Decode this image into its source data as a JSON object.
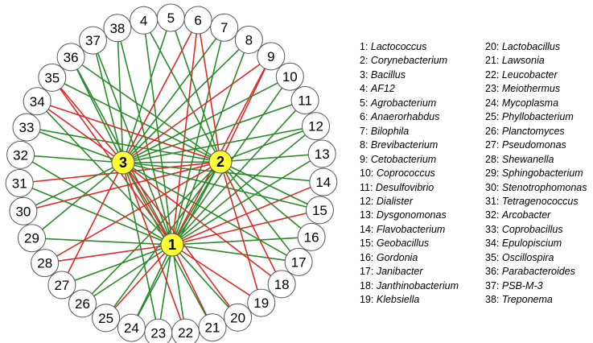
{
  "colors": {
    "positive": "#2a8a2a",
    "negative": "#e02828",
    "hub_fill": "#ffff33",
    "node_stroke": "#555555"
  },
  "hubs": [
    {
      "id": "1",
      "label": "1"
    },
    {
      "id": "2",
      "label": "2"
    },
    {
      "id": "3",
      "label": "3"
    }
  ],
  "nodes": [
    {
      "id": "4",
      "label": "4"
    },
    {
      "id": "5",
      "label": "5"
    },
    {
      "id": "6",
      "label": "6"
    },
    {
      "id": "7",
      "label": "7"
    },
    {
      "id": "8",
      "label": "8"
    },
    {
      "id": "9",
      "label": "9"
    },
    {
      "id": "10",
      "label": "10"
    },
    {
      "id": "11",
      "label": "11"
    },
    {
      "id": "12",
      "label": "12"
    },
    {
      "id": "13",
      "label": "13"
    },
    {
      "id": "14",
      "label": "14"
    },
    {
      "id": "15",
      "label": "15"
    },
    {
      "id": "16",
      "label": "16"
    },
    {
      "id": "17",
      "label": "17"
    },
    {
      "id": "18",
      "label": "18"
    },
    {
      "id": "19",
      "label": "19"
    },
    {
      "id": "20",
      "label": "20"
    },
    {
      "id": "21",
      "label": "21"
    },
    {
      "id": "22",
      "label": "22"
    },
    {
      "id": "23",
      "label": "23"
    },
    {
      "id": "24",
      "label": "24"
    },
    {
      "id": "25",
      "label": "25"
    },
    {
      "id": "26",
      "label": "26"
    },
    {
      "id": "27",
      "label": "27"
    },
    {
      "id": "28",
      "label": "28"
    },
    {
      "id": "29",
      "label": "29"
    },
    {
      "id": "30",
      "label": "30"
    },
    {
      "id": "31",
      "label": "31"
    },
    {
      "id": "32",
      "label": "32"
    },
    {
      "id": "33",
      "label": "33"
    },
    {
      "id": "34",
      "label": "34"
    },
    {
      "id": "35",
      "label": "35"
    },
    {
      "id": "36",
      "label": "36"
    },
    {
      "id": "37",
      "label": "37"
    },
    {
      "id": "38",
      "label": "38"
    }
  ],
  "edges": [
    {
      "from": "1",
      "to": "4",
      "sign": "pos"
    },
    {
      "from": "1",
      "to": "6",
      "sign": "neg"
    },
    {
      "from": "1",
      "to": "7",
      "sign": "pos"
    },
    {
      "from": "1",
      "to": "8",
      "sign": "pos"
    },
    {
      "from": "1",
      "to": "9",
      "sign": "neg"
    },
    {
      "from": "1",
      "to": "10",
      "sign": "pos"
    },
    {
      "from": "1",
      "to": "11",
      "sign": "pos"
    },
    {
      "from": "1",
      "to": "12",
      "sign": "pos"
    },
    {
      "from": "1",
      "to": "13",
      "sign": "pos"
    },
    {
      "from": "1",
      "to": "14",
      "sign": "neg"
    },
    {
      "from": "1",
      "to": "15",
      "sign": "neg"
    },
    {
      "from": "1",
      "to": "16",
      "sign": "pos"
    },
    {
      "from": "1",
      "to": "17",
      "sign": "pos"
    },
    {
      "from": "1",
      "to": "19",
      "sign": "neg"
    },
    {
      "from": "1",
      "to": "20",
      "sign": "pos"
    },
    {
      "from": "1",
      "to": "21",
      "sign": "neg"
    },
    {
      "from": "1",
      "to": "22",
      "sign": "pos"
    },
    {
      "from": "1",
      "to": "23",
      "sign": "pos"
    },
    {
      "from": "1",
      "to": "24",
      "sign": "pos"
    },
    {
      "from": "1",
      "to": "25",
      "sign": "neg"
    },
    {
      "from": "1",
      "to": "26",
      "sign": "pos"
    },
    {
      "from": "1",
      "to": "27",
      "sign": "pos"
    },
    {
      "from": "1",
      "to": "28",
      "sign": "neg"
    },
    {
      "from": "1",
      "to": "29",
      "sign": "pos"
    },
    {
      "from": "1",
      "to": "31",
      "sign": "pos"
    },
    {
      "from": "1",
      "to": "32",
      "sign": "pos"
    },
    {
      "from": "1",
      "to": "34",
      "sign": "pos"
    },
    {
      "from": "1",
      "to": "35",
      "sign": "neg"
    },
    {
      "from": "1",
      "to": "36",
      "sign": "pos"
    },
    {
      "from": "1",
      "to": "37",
      "sign": "pos"
    },
    {
      "from": "1",
      "to": "38",
      "sign": "pos"
    },
    {
      "from": "1",
      "to": "3",
      "sign": "neg"
    },
    {
      "from": "1",
      "to": "2",
      "sign": "pos"
    },
    {
      "from": "2",
      "to": "4",
      "sign": "pos"
    },
    {
      "from": "2",
      "to": "5",
      "sign": "pos"
    },
    {
      "from": "2",
      "to": "6",
      "sign": "neg"
    },
    {
      "from": "2",
      "to": "9",
      "sign": "neg"
    },
    {
      "from": "2",
      "to": "12",
      "sign": "pos"
    },
    {
      "from": "2",
      "to": "13",
      "sign": "pos"
    },
    {
      "from": "2",
      "to": "15",
      "sign": "pos"
    },
    {
      "from": "2",
      "to": "16",
      "sign": "pos"
    },
    {
      "from": "2",
      "to": "17",
      "sign": "pos"
    },
    {
      "from": "2",
      "to": "18",
      "sign": "neg"
    },
    {
      "from": "2",
      "to": "19",
      "sign": "neg"
    },
    {
      "from": "2",
      "to": "24",
      "sign": "pos"
    },
    {
      "from": "2",
      "to": "25",
      "sign": "pos"
    },
    {
      "from": "2",
      "to": "26",
      "sign": "pos"
    },
    {
      "from": "2",
      "to": "28",
      "sign": "neg"
    },
    {
      "from": "2",
      "to": "30",
      "sign": "neg"
    },
    {
      "from": "2",
      "to": "31",
      "sign": "neg"
    },
    {
      "from": "2",
      "to": "33",
      "sign": "pos"
    },
    {
      "from": "2",
      "to": "34",
      "sign": "neg"
    },
    {
      "from": "2",
      "to": "35",
      "sign": "pos"
    },
    {
      "from": "2",
      "to": "36",
      "sign": "pos"
    },
    {
      "from": "2",
      "to": "3",
      "sign": "pos"
    },
    {
      "from": "3",
      "to": "5",
      "sign": "pos"
    },
    {
      "from": "3",
      "to": "6",
      "sign": "neg"
    },
    {
      "from": "3",
      "to": "7",
      "sign": "pos"
    },
    {
      "from": "3",
      "to": "8",
      "sign": "pos"
    },
    {
      "from": "3",
      "to": "9",
      "sign": "neg"
    },
    {
      "from": "3",
      "to": "10",
      "sign": "pos"
    },
    {
      "from": "3",
      "to": "11",
      "sign": "pos"
    },
    {
      "from": "3",
      "to": "12",
      "sign": "pos"
    },
    {
      "from": "3",
      "to": "14",
      "sign": "pos"
    },
    {
      "from": "3",
      "to": "15",
      "sign": "pos"
    },
    {
      "from": "3",
      "to": "17",
      "sign": "pos"
    },
    {
      "from": "3",
      "to": "18",
      "sign": "neg"
    },
    {
      "from": "3",
      "to": "20",
      "sign": "neg"
    },
    {
      "from": "3",
      "to": "21",
      "sign": "pos"
    },
    {
      "from": "3",
      "to": "22",
      "sign": "neg"
    },
    {
      "from": "3",
      "to": "23",
      "sign": "pos"
    },
    {
      "from": "3",
      "to": "27",
      "sign": "neg"
    },
    {
      "from": "3",
      "to": "29",
      "sign": "pos"
    },
    {
      "from": "3",
      "to": "30",
      "sign": "pos"
    },
    {
      "from": "3",
      "to": "32",
      "sign": "pos"
    },
    {
      "from": "3",
      "to": "33",
      "sign": "pos"
    },
    {
      "from": "3",
      "to": "34",
      "sign": "neg"
    },
    {
      "from": "3",
      "to": "35",
      "sign": "neg"
    },
    {
      "from": "3",
      "to": "36",
      "sign": "pos"
    },
    {
      "from": "3",
      "to": "37",
      "sign": "pos"
    },
    {
      "from": "3",
      "to": "38",
      "sign": "pos"
    }
  ],
  "legend": {
    "column1": [
      {
        "num": "1: ",
        "name": "Lactococcus"
      },
      {
        "num": "2: ",
        "name": "Corynebacterium"
      },
      {
        "num": "3: ",
        "name": "Bacillus"
      },
      {
        "num": "4: ",
        "name": "AF12"
      },
      {
        "num": "5: ",
        "name": "Agrobacterium"
      },
      {
        "num": "6: ",
        "name": "Anaerorhabdus"
      },
      {
        "num": "7: ",
        "name": "Bilophila"
      },
      {
        "num": "8: ",
        "name": "Brevibacterium"
      },
      {
        "num": "9: ",
        "name": "Cetobacterium"
      },
      {
        "num": "10: ",
        "name": "Coprococcus"
      },
      {
        "num": "11: ",
        "name": "Desulfovibrio"
      },
      {
        "num": "12: ",
        "name": "Dialister"
      },
      {
        "num": "13: ",
        "name": "Dysgonomonas"
      },
      {
        "num": "14: ",
        "name": "Flavobacterium"
      },
      {
        "num": "15: ",
        "name": "Geobacillus"
      },
      {
        "num": "16: ",
        "name": "Gordonia"
      },
      {
        "num": "17: ",
        "name": "Janibacter"
      },
      {
        "num": "18: ",
        "name": "Janthinobacterium"
      },
      {
        "num": "19: ",
        "name": "Klebsiella"
      }
    ],
    "column2": [
      {
        "num": "20: ",
        "name": "Lactobacillus"
      },
      {
        "num": "21: ",
        "name": "Lawsonia"
      },
      {
        "num": "22: ",
        "name": "Leucobacter"
      },
      {
        "num": "23: ",
        "name": "Meiothermus"
      },
      {
        "num": "24: ",
        "name": "Mycoplasma"
      },
      {
        "num": "25: ",
        "name": "Phyllobacterium"
      },
      {
        "num": "26: ",
        "name": "Planctomyces"
      },
      {
        "num": "27: ",
        "name": "Pseudomonas"
      },
      {
        "num": "28: ",
        "name": "Shewanella"
      },
      {
        "num": "29: ",
        "name": "Sphingobacterium"
      },
      {
        "num": "30: ",
        "name": "Stenotrophomonas"
      },
      {
        "num": "31: ",
        "name": "Tetragenococcus"
      },
      {
        "num": "32: ",
        "name": "Arcobacter"
      },
      {
        "num": "33: ",
        "name": "Coprobacillus"
      },
      {
        "num": "34: ",
        "name": "Epulopiscium"
      },
      {
        "num": "35: ",
        "name": "Oscillospira"
      },
      {
        "num": "36: ",
        "name": "Parabacteroides"
      },
      {
        "num": "37: ",
        "name": "PSB-M-3"
      },
      {
        "num": "38: ",
        "name": "Treponema"
      }
    ]
  }
}
